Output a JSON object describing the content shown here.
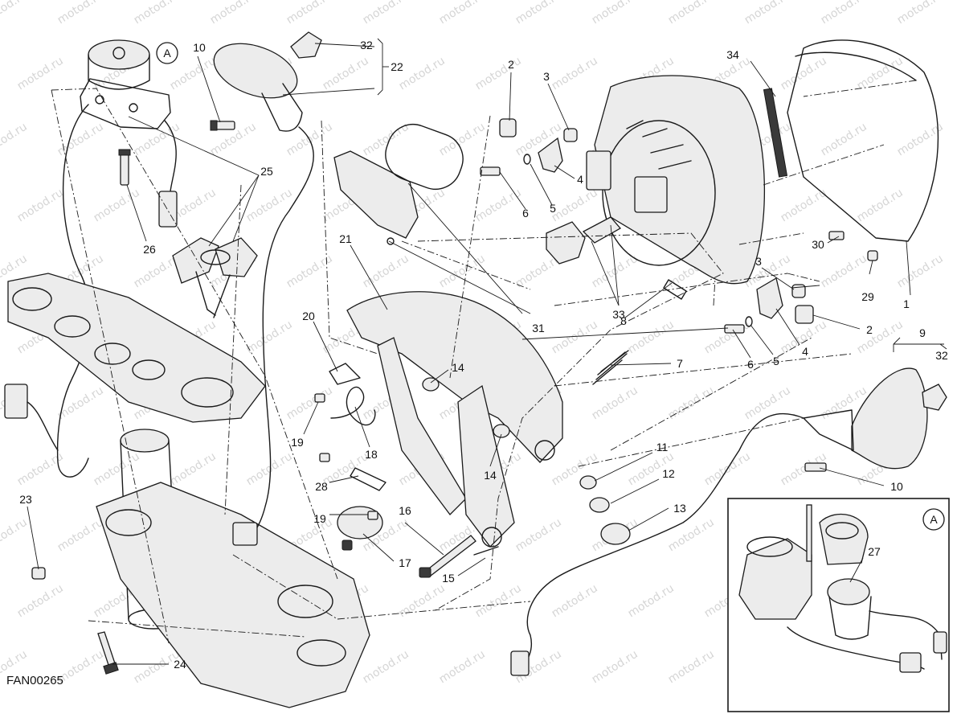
{
  "drawing_code": "FAN00265",
  "watermark": "motod.ru",
  "detail_marker": "A",
  "callouts": {
    "c1": "1",
    "c2a": "2",
    "c2b": "2",
    "c3a": "3",
    "c3b": "3",
    "c4a": "4",
    "c4b": "4",
    "c5a": "5",
    "c5b": "5",
    "c6a": "6",
    "c6b": "6",
    "c7": "7",
    "c8": "8",
    "c9": "9",
    "c10a": "10",
    "c10b": "10",
    "c11": "11",
    "c12": "12",
    "c13": "13",
    "c14a": "14",
    "c14b": "14",
    "c15": "15",
    "c16": "16",
    "c17": "17",
    "c18": "18",
    "c19a": "19",
    "c19b": "19",
    "c20": "20",
    "c21": "21",
    "c22": "22",
    "c23": "23",
    "c24": "24",
    "c25": "25",
    "c26": "26",
    "c27": "27",
    "c28": "28",
    "c29": "29",
    "c30": "30",
    "c31": "31",
    "c32a": "32",
    "c32b": "32",
    "c33": "33",
    "c34": "34"
  }
}
